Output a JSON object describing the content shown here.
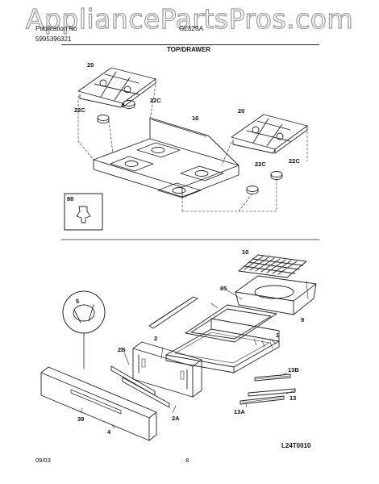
{
  "watermark": "AppliancePartsPros.com",
  "header": {
    "product_line1": "Publication No",
    "product_line2": "5995396321",
    "model": "GL32SA",
    "section_title": "TOP/DRAWER"
  },
  "upper_callouts": {
    "left_grate": "20",
    "left_cap_upper": "22C",
    "left_cap_lower": "22C",
    "cooktop": "16",
    "right_grate": "20",
    "right_cap_left": "22C",
    "right_cap_right": "22C",
    "inset_part": "88"
  },
  "lower_callouts": {
    "broiler_grid": "10",
    "broiler_pan": "9",
    "frame": "85",
    "knob": "5",
    "drawer_back": "2",
    "drawer_left_side": "2B",
    "drawer_body": "1",
    "drawer_front": "39",
    "drawer_front_panel": "4",
    "drawer_right_side": "2A",
    "rail_upper": "13B",
    "rail": "13",
    "rail_lower": "13A"
  },
  "diagram_code": "L24T0010",
  "footer": {
    "date": "09/03",
    "page": "8"
  }
}
